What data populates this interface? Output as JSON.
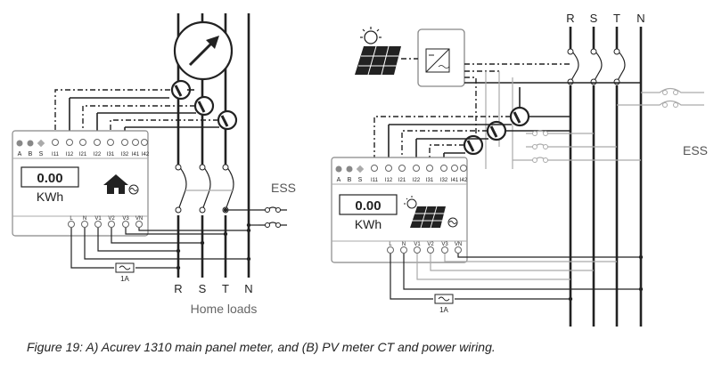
{
  "caption": "Figure 19: A) Acurev 1310 main panel meter, and (B) PV meter  CT and power wiring.",
  "left": {
    "phases": [
      "R",
      "S",
      "T",
      "N"
    ],
    "top_terminals": [
      "A",
      "B",
      "S",
      "I11",
      "I12",
      "I21",
      "I22",
      "I31",
      "I32",
      "I41",
      "I42"
    ],
    "display_value": "0.00",
    "unit": "KWh",
    "bottom_terminals": [
      "L",
      "N",
      "V1",
      "V2",
      "V3",
      "VN"
    ],
    "fuse_label": "1A",
    "ess_label": "ESS",
    "loads_label": "Home loads"
  },
  "right": {
    "phases": [
      "R",
      "S",
      "T",
      "N"
    ],
    "top_terminals": [
      "A",
      "B",
      "S",
      "I11",
      "I12",
      "I21",
      "I22",
      "I31",
      "I32",
      "I41",
      "I42"
    ],
    "display_value": "0.00",
    "unit": "KWh",
    "bottom_terminals": [
      "L",
      "N",
      "V1",
      "V2",
      "V3",
      "VN"
    ],
    "fuse_label": "1A",
    "ess_label": "ESS"
  }
}
